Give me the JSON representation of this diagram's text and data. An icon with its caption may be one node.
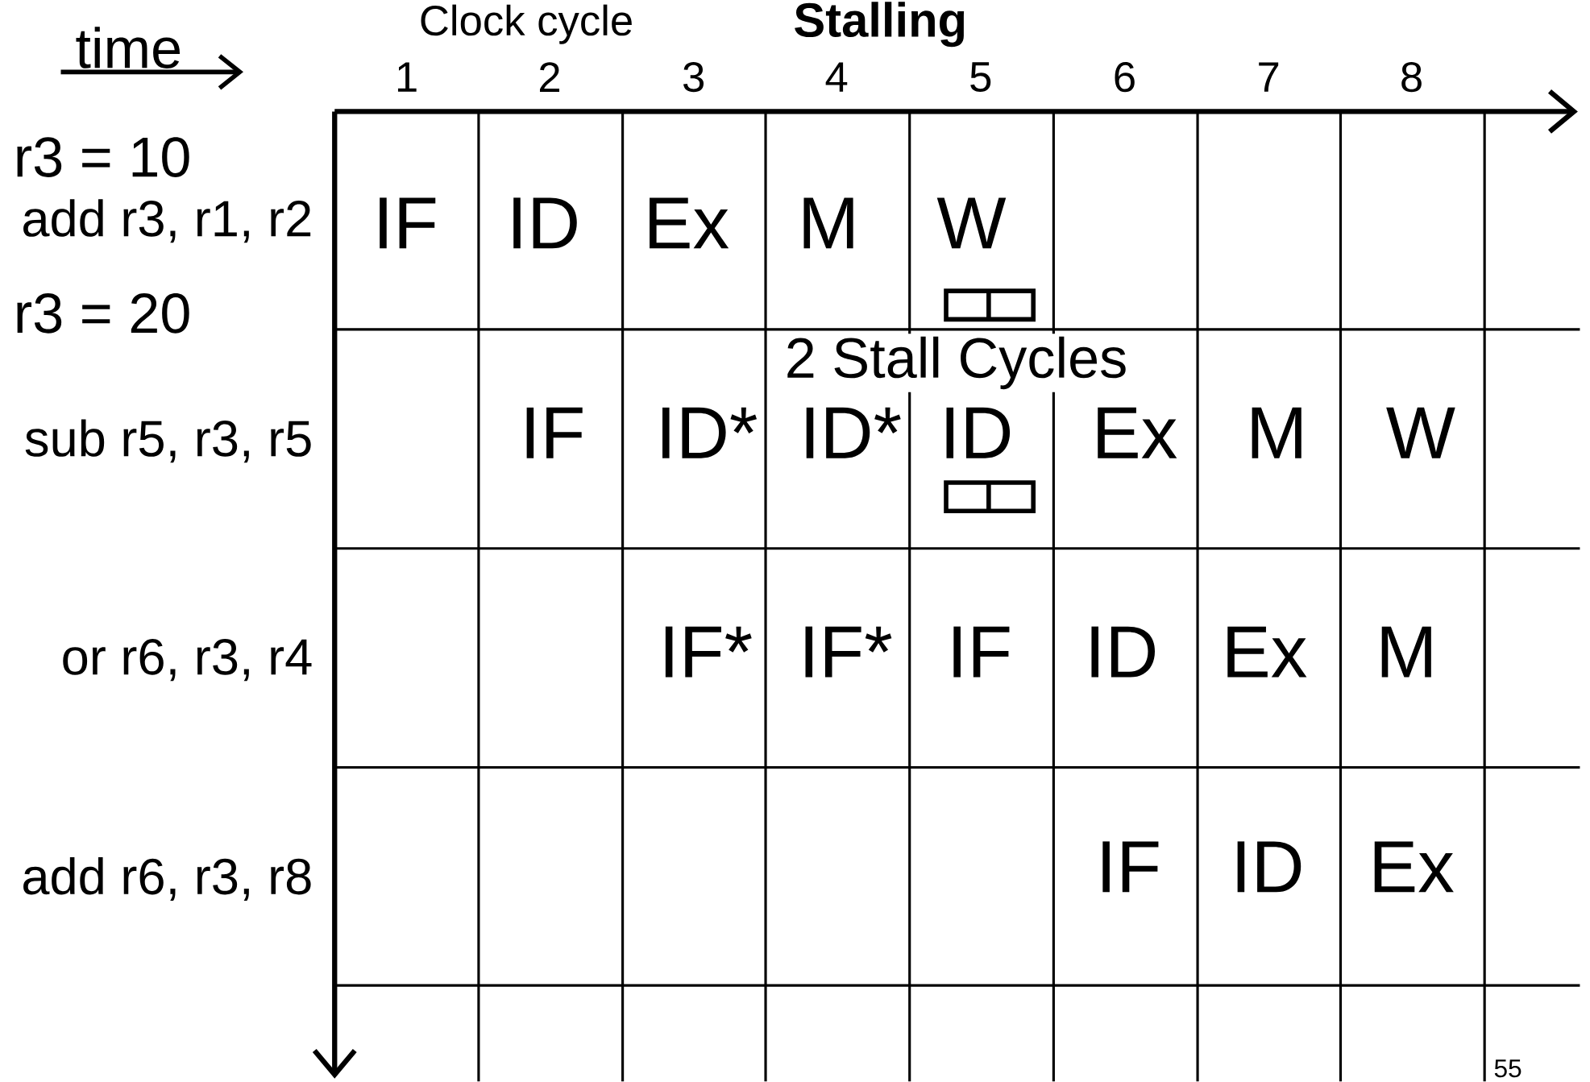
{
  "diagram": {
    "title": "Stalling",
    "labels": [
      "time",
      "Clock cycle",
      "1",
      "2",
      "3",
      "4",
      "5",
      "6",
      "7",
      "8",
      "r3 = 10",
      "add r3, r1, r2",
      "IF",
      "ID",
      "Ex",
      "M",
      "W",
      "r3 = 20",
      "2 Stall Cycles",
      "sub r5, r3, r5",
      "IF",
      "ID*",
      "ID*",
      "ID",
      "Ex",
      "M",
      "W",
      "or r6, r3, r4",
      "IF*",
      "IF*",
      "IF",
      "ID",
      "Ex",
      "M",
      "add r6, r3, r8",
      "IF",
      "ID",
      "Ex",
      "55"
    ]
  }
}
